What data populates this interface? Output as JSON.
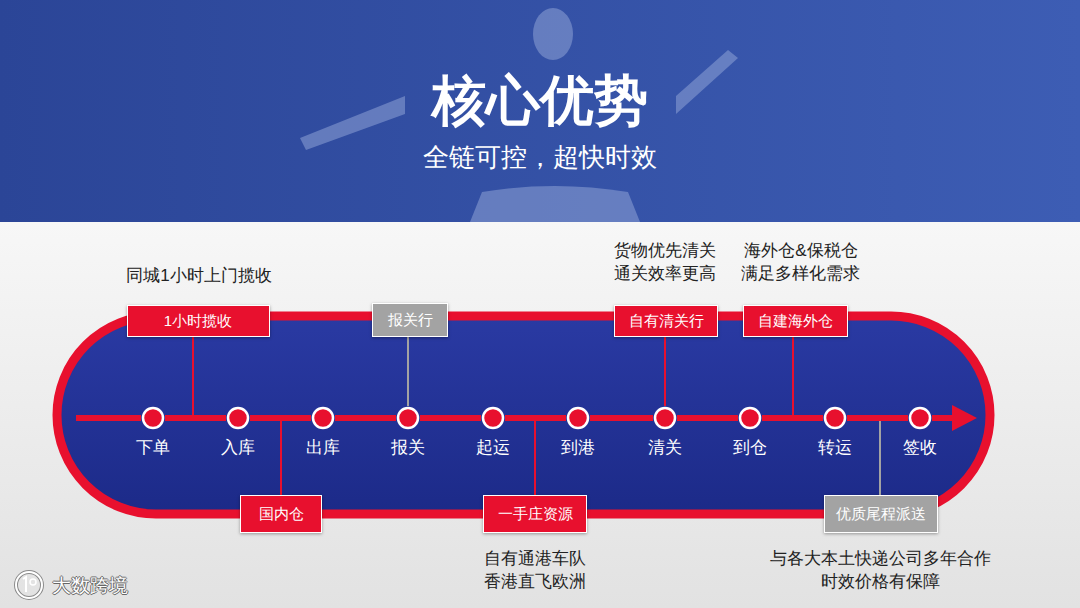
{
  "diagram": {
    "title": "核心优势",
    "nodes": [
      {
        "text": [
          "下单"
        ]
      },
      {
        "text": [
          "入库"
        ]
      },
      {
        "text": [
          "出库"
        ]
      },
      {
        "text": [
          "报关"
        ]
      },
      {
        "text": [
          "起运"
        ]
      },
      {
        "text": [
          "到港"
        ]
      },
      {
        "text": [
          "清关"
        ]
      },
      {
        "text": [
          "到仓"
        ]
      },
      {
        "text": [
          "转运"
        ]
      },
      {
        "text": [
          "签收"
        ]
      },
      {
        "text": [
          "1小时揽收"
        ]
      },
      {
        "text": [
          "报关行"
        ]
      },
      {
        "text": [
          "自有清关行"
        ]
      },
      {
        "text": [
          "自建海外仓"
        ]
      },
      {
        "text": [
          "国内仓"
        ]
      },
      {
        "text": [
          "一手庄资源"
        ]
      },
      {
        "text": [
          "优质尾程派送"
        ]
      }
    ],
    "edges": [
      {
        "from": 0,
        "to": 1,
        "arrow": "none"
      },
      {
        "from": 1,
        "to": 2,
        "arrow": "none"
      },
      {
        "from": 2,
        "to": 3,
        "arrow": "none"
      },
      {
        "from": 3,
        "to": 4,
        "arrow": "none"
      },
      {
        "from": 4,
        "to": 5,
        "arrow": "none"
      },
      {
        "from": 5,
        "to": 6,
        "arrow": "none"
      },
      {
        "from": 6,
        "to": 7,
        "arrow": "none"
      },
      {
        "from": 7,
        "to": 8,
        "arrow": "none"
      },
      {
        "from": 8,
        "to": 9,
        "arrow": "none"
      },
      {
        "from": 11,
        "to": 3,
        "arrow": "none"
      },
      {
        "from": 12,
        "to": 6,
        "arrow": "none"
      }
    ],
    "labels": [
      "全链可控，超快时效",
      "同城1小时上门揽收",
      "货物优先清关 通关效率更高",
      "海外仓&保税仓 满足多样化需求",
      "自有通港车队 香港直飞欧洲",
      "与各大本土快递公司多年合作 时效价格有保障",
      "大数跨境"
    ]
  }
}
